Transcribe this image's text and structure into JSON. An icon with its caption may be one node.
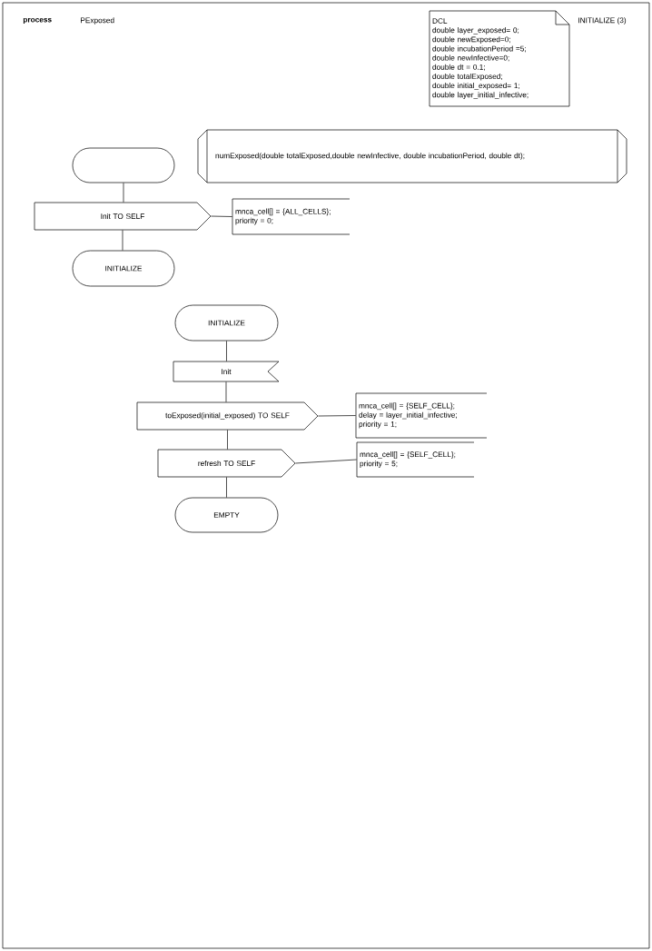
{
  "diagram": {
    "nodes": [
      {
        "text": [
          "DCL",
          "double layer_exposed= 0;",
          "double newExposed=0;",
          "double incubationPeriod =5;",
          "double newInfective=0;",
          "double dt = 0.1;",
          "double totalExposed;",
          "double initial_exposed= 1;",
          "double layer_initial_infective;"
        ]
      },
      {
        "text": [
          "numExposed(double totalExposed,double newInfective, double incubationPeriod, double dt);"
        ]
      },
      {
        "text": [],
        "shape": "oval"
      },
      {
        "text": [
          "Init TO SELF"
        ]
      },
      {
        "text": [
          "mnca_cell[] = {ALL_CELLS};",
          "priority = 0;"
        ]
      },
      {
        "text": [
          "INITIALIZE"
        ]
      },
      {
        "text": [
          "INITIALIZE"
        ]
      },
      {
        "text": [
          "Init"
        ]
      },
      {
        "text": [
          "toExposed(initial_exposed) TO SELF"
        ]
      },
      {
        "text": [
          "mnca_cell[] = {SELF_CELL};",
          "delay = layer_initial_infective;",
          "priority = 1;"
        ]
      },
      {
        "text": [
          "refresh TO SELF"
        ]
      },
      {
        "text": [
          "mnca_cell[] = {SELF_CELL};",
          "priority = 5;"
        ]
      },
      {
        "text": [
          "EMPTY"
        ]
      }
    ],
    "edges": [
      {
        "from": 2,
        "to": 3,
        "arrow": "none"
      },
      {
        "from": 3,
        "to": 5,
        "arrow": "none"
      },
      {
        "from": 3,
        "to": 4,
        "arrow": "none"
      },
      {
        "from": 6,
        "to": 7,
        "arrow": "none"
      },
      {
        "from": 7,
        "to": 8,
        "arrow": "none"
      },
      {
        "from": 8,
        "to": 9,
        "arrow": "none"
      },
      {
        "from": 8,
        "to": 10,
        "arrow": "none"
      },
      {
        "from": 10,
        "to": 11,
        "arrow": "none"
      },
      {
        "from": 10,
        "to": 12,
        "arrow": "none"
      }
    ],
    "labels": [
      "process",
      "PExposed",
      "INITIALIZE (3)"
    ]
  }
}
